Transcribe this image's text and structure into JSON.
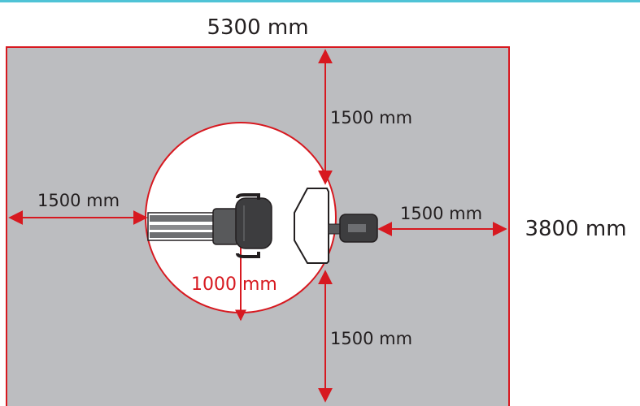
{
  "dimensions": {
    "room_width": "5300 mm",
    "room_depth": "3800 mm",
    "clearance_top": "1500 mm",
    "clearance_left": "1500 mm",
    "clearance_right": "1500 mm",
    "clearance_bottom": "1500 mm",
    "radius": "1000 mm"
  },
  "colors": {
    "floor_area": "#bcbdc0",
    "boundary_line": "#d71920",
    "circle_fill": "#ffffff",
    "accent_rule": "#4fc3d6",
    "equipment_dark": "#3d3d3f"
  }
}
